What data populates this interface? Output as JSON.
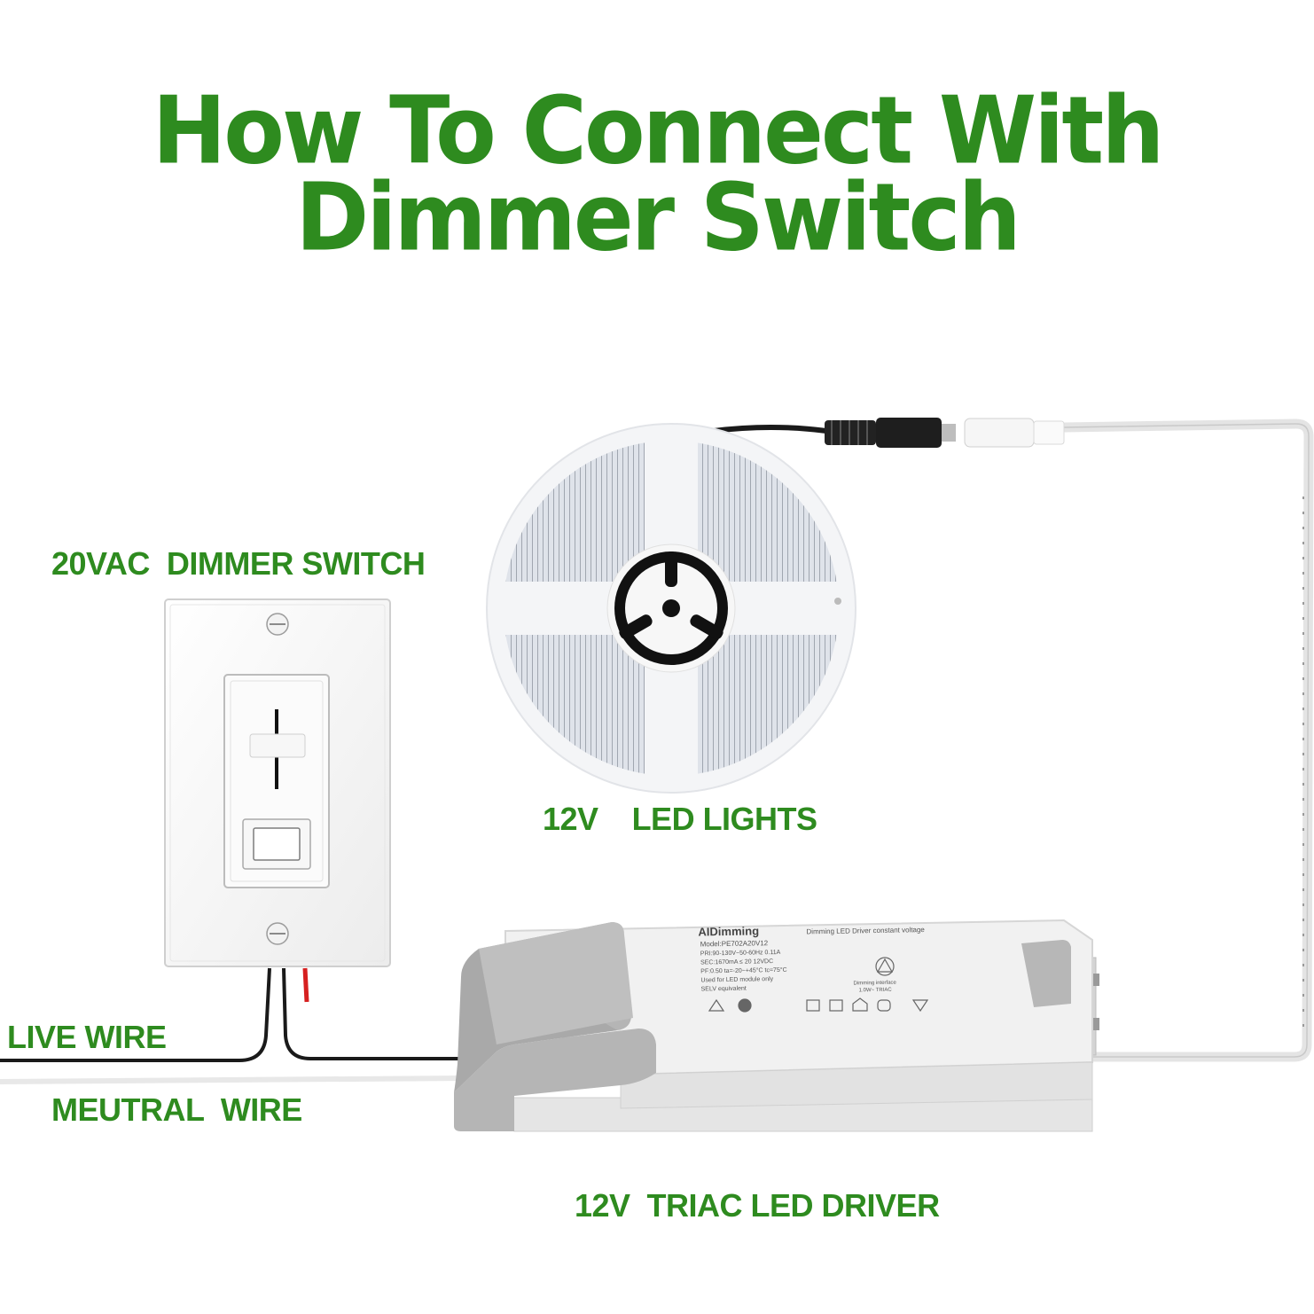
{
  "title": {
    "line1": "How To Connect With",
    "line2": "Dimmer Switch"
  },
  "labels": {
    "dimmer_switch": "20VAC  DIMMER SWITCH",
    "led_lights": "12V    LED LIGHTS",
    "live_wire": "LIVE WIRE",
    "neutral_wire": "MEUTRAL  WIRE",
    "driver": "12V  TRIAC LED DRIVER"
  },
  "driver_label": {
    "brand": "AIDimming",
    "subtitle": "Dimming LED Driver constant voltage",
    "model": "Model:PE702A20V12",
    "pri": "PRI:90-130V~50-60Hz 0.11A",
    "sec": "SEC:1670mA ≤ 20 12VDC",
    "pf": "PF:0.50 ta=-20~+45°C tc=75°C",
    "use": "Used for LED module only",
    "selv": "SELV equivalent",
    "dimming": "Dimming interface",
    "dimming_type": "1.0W~ TRIAC"
  },
  "colors": {
    "accent_green": "#2e8b1f",
    "wire_black": "#1a1a1a",
    "wire_red": "#d62020",
    "driver_gray": "#b5b5b5",
    "driver_white": "#f1f1f1"
  }
}
